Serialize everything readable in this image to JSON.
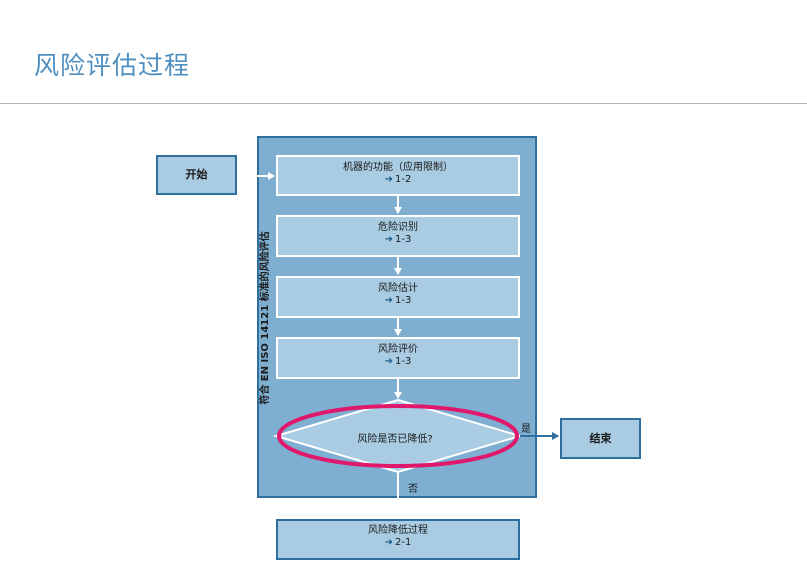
{
  "title": "风险评估过程",
  "side_label": "符合 EN ISO 14121 标准的风险评估",
  "start": {
    "label": "开始"
  },
  "end": {
    "label": "结束"
  },
  "steps": [
    {
      "label": "机器的功能（应用限制）",
      "ref": "1-2"
    },
    {
      "label": "危险识别",
      "ref": "1-3"
    },
    {
      "label": "风险估计",
      "ref": "1-3"
    },
    {
      "label": "风险评价",
      "ref": "1-3"
    }
  ],
  "decision": {
    "label": "风险是否已降低?",
    "yes": "是",
    "no": "否"
  },
  "reduction": {
    "label": "风险降低过程",
    "ref": "2-1"
  },
  "ref_arrow_glyph": "➜",
  "colors": {
    "frame": "#7eaed0",
    "box": "#a9cce3",
    "border": "#2f6f9e",
    "highlight": "#e0186c",
    "title": "#4f8fc0"
  }
}
